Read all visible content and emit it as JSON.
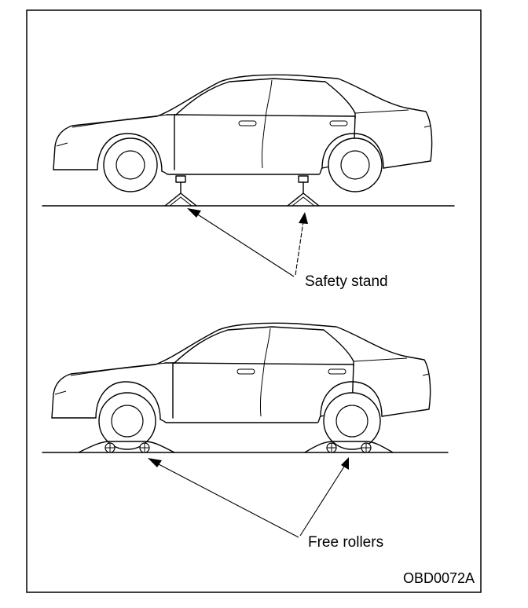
{
  "figure": {
    "labels": {
      "safety_stand": "Safety stand",
      "free_rollers": "Free rollers",
      "code": "OBD0072A"
    }
  }
}
